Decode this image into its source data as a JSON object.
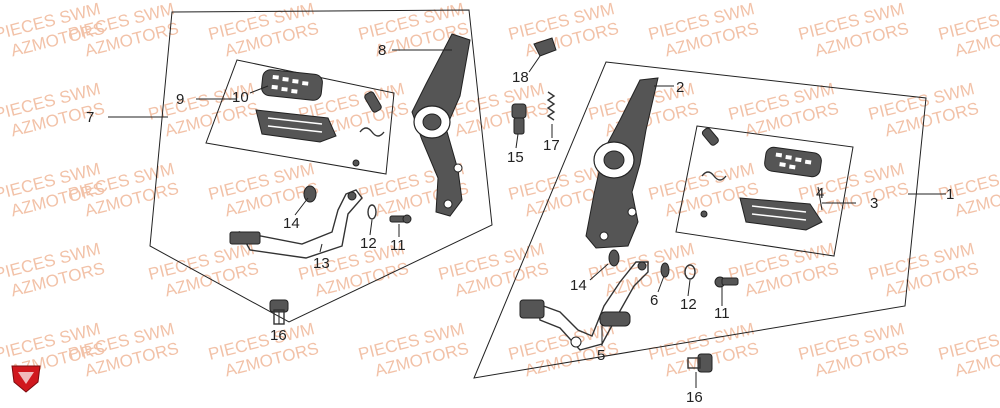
{
  "watermark": {
    "line1": "PIECES SWM",
    "line2": "AZMOTORS"
  },
  "callouts": [
    "1",
    "2",
    "3",
    "4",
    "5",
    "6",
    "7",
    "8",
    "9",
    "10",
    "11",
    "12",
    "13",
    "14",
    "15",
    "16",
    "17",
    "18"
  ],
  "callouts_repeat": {
    "14b": "14",
    "12b": "12",
    "11b": "11",
    "16b": "16"
  },
  "colors": {
    "watermark": "#f2c2a8",
    "logo": "#d0181e",
    "line": "#222222"
  },
  "logo": {
    "icon": "brand-shield-icon"
  }
}
